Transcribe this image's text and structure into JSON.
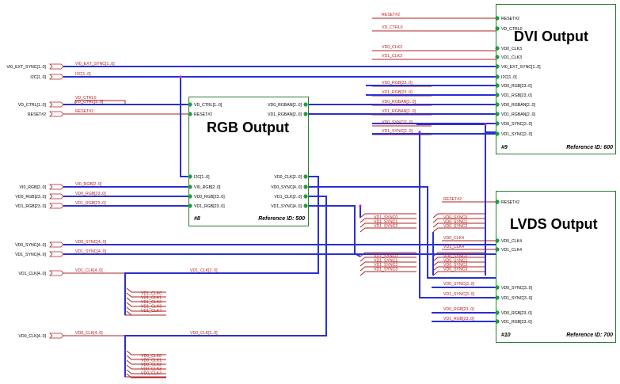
{
  "blocks": {
    "rgb": {
      "title": "RGB Output",
      "number": "#8",
      "reference": "Reference ID: 500"
    },
    "dvi": {
      "title": "DVI Output",
      "number": "#9",
      "reference": "Reference ID: 600"
    },
    "lvds": {
      "title": "LVDS Output",
      "number": "#10",
      "reference": "Reference ID: 700"
    }
  },
  "ports": {
    "rgb": [
      "VD_CTRL[1..0]",
      "RESET#2",
      "I2C[1..0]",
      "VI0_RGB[2..0]",
      "VD0_RGB[23..0]",
      "VD1_RGB[23..0]",
      "VD0_RGBAN[2..0]",
      "VD1_RGBAN[2..0]",
      "VD0_CLK[2..0]",
      "VD0_SYNC[4..0]",
      "VD1_CLK[2..0]",
      "VD1_SYNC[4..0]"
    ],
    "dvi": [
      "RESET#2",
      "VD_CTRL0",
      "VD0_CLK3",
      "VD1_CLK3",
      "VI0_EXT_SYNC[1..0]",
      "I2C[1..0]",
      "VD0_RGB[23..0]",
      "VD1_RGB[23..0]",
      "VD0_RGBAN[2..0]",
      "VD1_RGBAN[2..0]",
      "VD0_SYNC[2..0]",
      "VD1_SYNC[2..0]"
    ],
    "lvds": [
      "RESET#2",
      "VD0_CLK4",
      "VD1_CLK4",
      "VD0_SYNC[3..0]",
      "VD1_SYNC[3..0]",
      "VD0_RGB[23..0]",
      "VD1_RGB[23..0]"
    ]
  },
  "inputs": [
    "VI0_EXT_SYNC[1..0]",
    "I2C[1..0]",
    "VD_CTRL[1..0]",
    "RESET#2",
    "VI0_RGB[2..0]",
    "VD0_RGB[23..0]",
    "VD1_RGB[23..0]",
    "VD0_SYNC[4..0]",
    "VD1_SYNC[4..0]",
    "VD1_CLK[4..0]",
    "VD0_CLK[4..0]"
  ],
  "net_labels": {
    "left": [
      "VI0_EXT_SYNC[1..0]",
      "I2C[1..0]",
      "VD_CTRL0",
      "VD_CTRL[1..0]",
      "RESET#2",
      "VI0_RGB[2..0]",
      "VD0_RGB[23..0]",
      "VD1_RGB[23..0]",
      "VD0_SYNC[4..0]",
      "VD1_SYNC[4..0]",
      "VD1_CLK[4..0]",
      "VD0_CLK[4..0]"
    ],
    "mid": [
      "VD1_CLK[2..0]",
      "VD0_CLK[2..0]"
    ],
    "vd1_clk_fan": [
      "VD1_CLK0",
      "VD1_CLK1",
      "VD1_CLK2",
      "VD1_CLK3",
      "VD1_CLK4"
    ],
    "vd0_clk_fan": [
      "VD0_CLK0",
      "VD0_CLK1",
      "VD0_CLK2",
      "VD0_CLK3",
      "VD0_CLK4"
    ],
    "dvi_left": [
      "RESET#2",
      "VD_CTRL0",
      "VD0_CLK3",
      "VD1_CLK3",
      "VD0_RGB[23..0]",
      "VD1_RGB[23..0]",
      "VD0_RGBAN[2..0]",
      "VD1_RGBAN[2..0]",
      "VD0_SYNC[2..0]",
      "VD1_SYNC[2..0]"
    ],
    "vd1_sync_fan_a": [
      "VD1_SYNC0",
      "VD1_SYNC1",
      "VD1_SYNC2"
    ],
    "vd1_sync_fan_b": [
      "VD1_SYNC0",
      "VD1_SYNC1",
      "VD1_SYNC2",
      "VD1_SYNC3"
    ],
    "vd0_sync_fan_a": [
      "VD0_SYNC0",
      "VD0_SYNC1",
      "VD0_SYNC2"
    ],
    "vd0_sync_fan_b": [
      "VD0_SYNC0",
      "VD0_SYNC1",
      "VD0_SYNC2",
      "VD0_SYNC3"
    ],
    "lvds_left": [
      "RESET#2",
      "VD0_CLK4",
      "VD1_CLK4",
      "VD0_SYNC[3..0]",
      "VD1_SYNC[3..0]",
      "VD0_RGB[23..0]",
      "VD1_RGB[23..0]"
    ]
  },
  "colors": {
    "bus": "#2a2fd4",
    "wire": "#b22222",
    "block_border": "#2e7d32",
    "pin": "#1e9e3a",
    "junction": "#d020d0"
  }
}
